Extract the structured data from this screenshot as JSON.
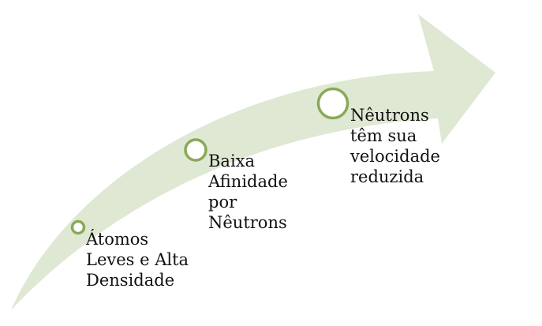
{
  "colors": {
    "arrow_fill": "#dfe8d3",
    "marker_stroke": "#8aa857",
    "marker_fill": "#ffffff",
    "text": "#111111"
  },
  "steps": [
    {
      "lines": [
        "Átomos",
        "Leves e Alta",
        "Densidade"
      ]
    },
    {
      "lines": [
        "Baixa",
        "Afinidade",
        "por",
        "Nêutrons"
      ]
    },
    {
      "lines": [
        "Nêutrons",
        "têm sua",
        "velocidade",
        "reduzida"
      ]
    }
  ]
}
